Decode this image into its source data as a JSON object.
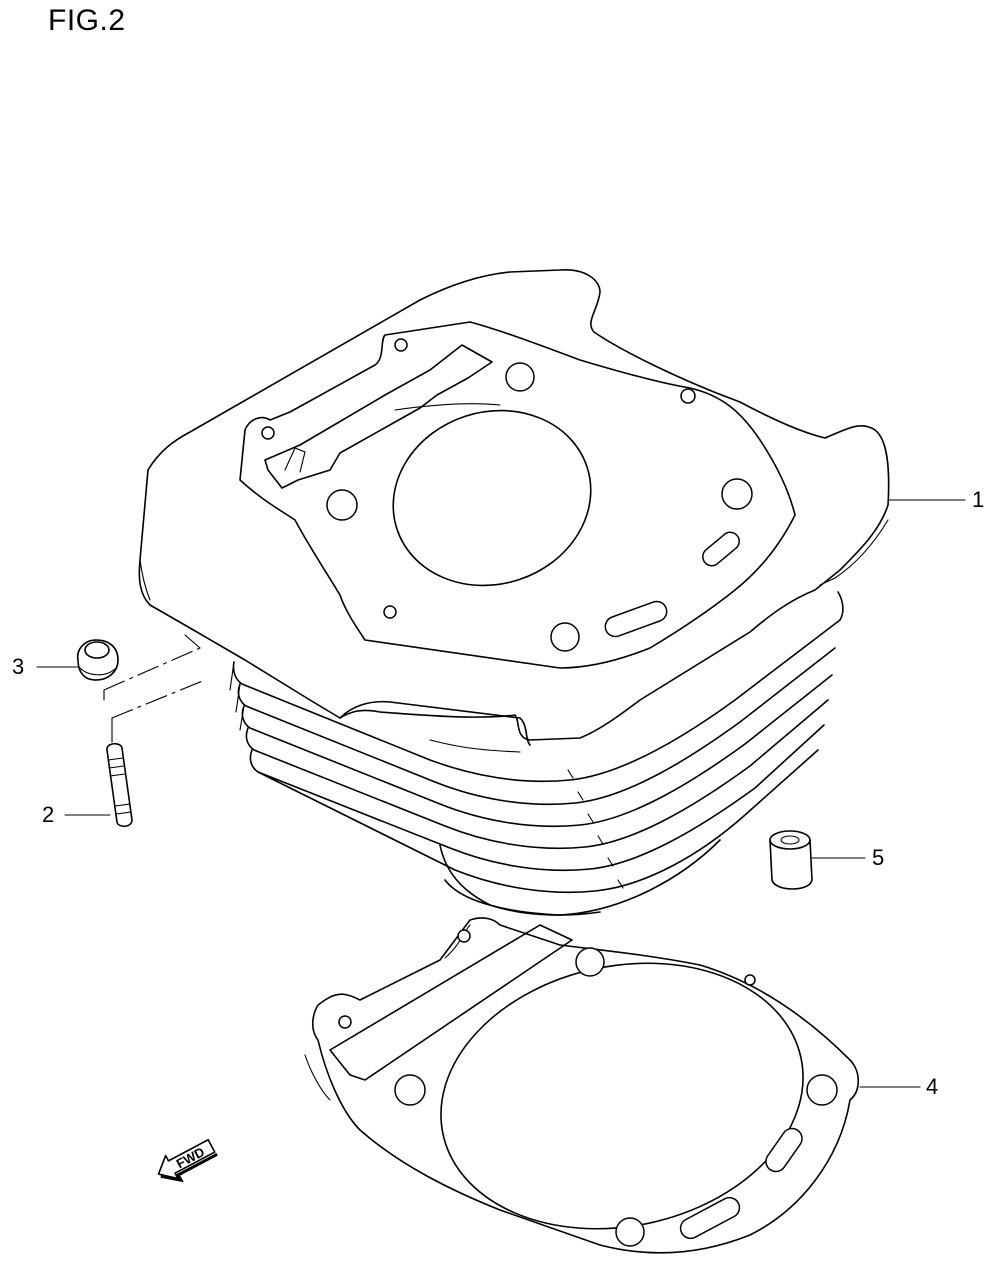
{
  "figure": {
    "title": "FIG.2"
  },
  "callouts": [
    {
      "id": "1",
      "text": "1"
    },
    {
      "id": "2",
      "text": "2"
    },
    {
      "id": "3",
      "text": "3"
    },
    {
      "id": "4",
      "text": "4"
    },
    {
      "id": "5",
      "text": "5"
    }
  ],
  "direction_marker": {
    "text": "FWD",
    "icon": "arrow-left-icon"
  }
}
